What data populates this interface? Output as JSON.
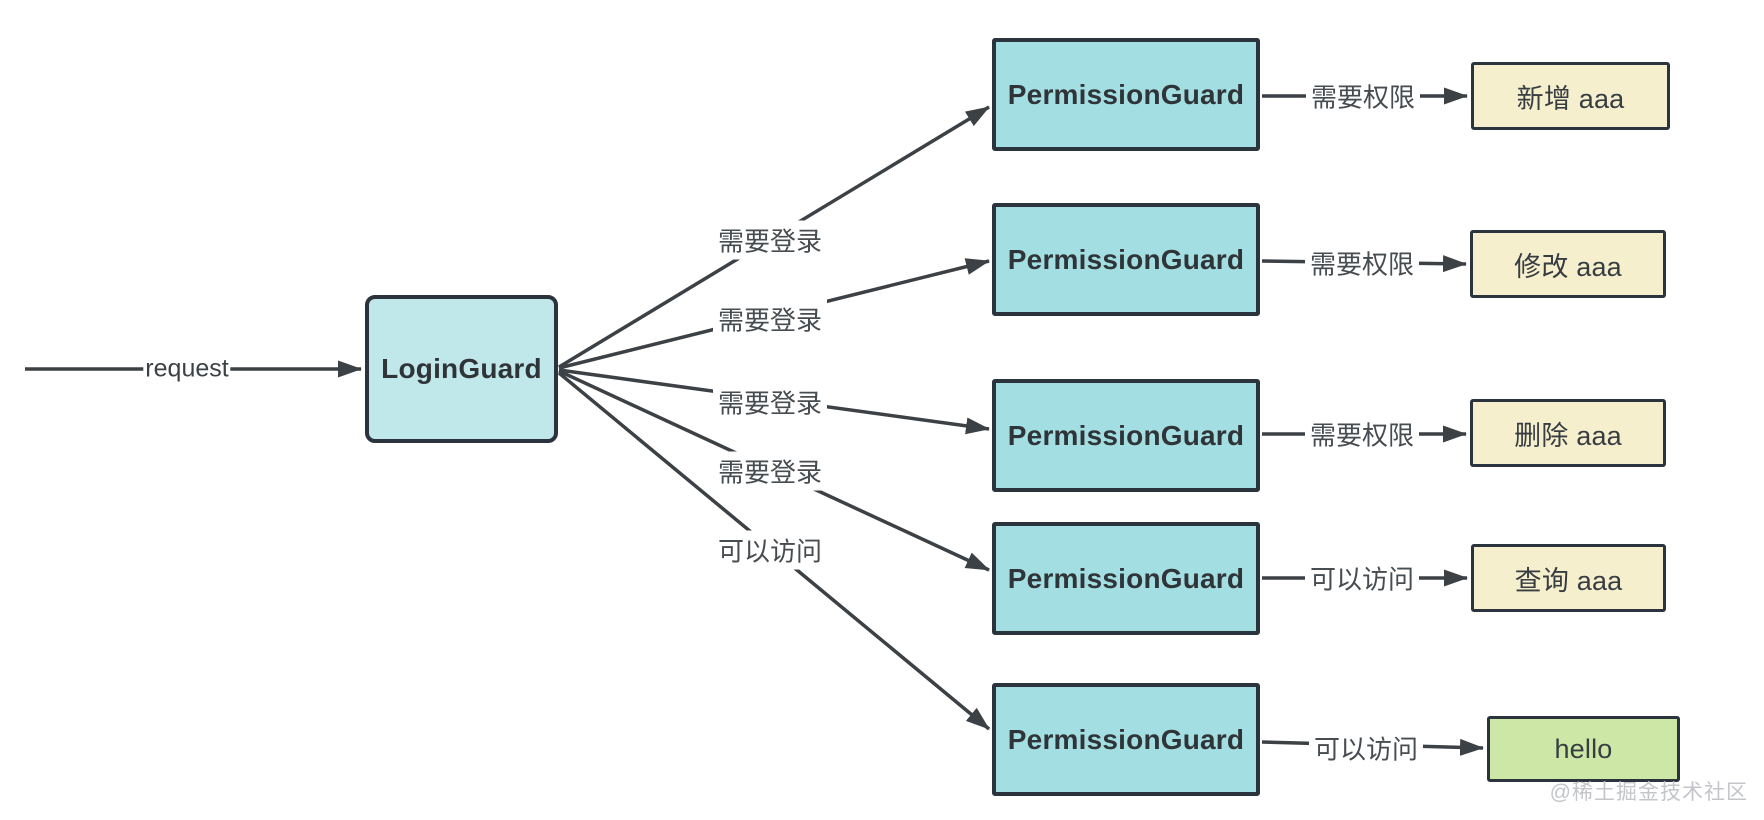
{
  "diagram": {
    "entry_edge": {
      "label": "request"
    },
    "login_guard": {
      "label": "LoginGuard"
    },
    "fan_edges": [
      {
        "label": "需要登录"
      },
      {
        "label": "需要登录"
      },
      {
        "label": "需要登录"
      },
      {
        "label": "需要登录"
      },
      {
        "label": "可以访问"
      }
    ],
    "permission_guards": [
      {
        "label": "PermissionGuard"
      },
      {
        "label": "PermissionGuard"
      },
      {
        "label": "PermissionGuard"
      },
      {
        "label": "PermissionGuard"
      },
      {
        "label": "PermissionGuard"
      }
    ],
    "out_edges": [
      {
        "label": "需要权限"
      },
      {
        "label": "需要权限"
      },
      {
        "label": "需要权限"
      },
      {
        "label": "可以访问"
      },
      {
        "label": "可以访问"
      }
    ],
    "results": [
      {
        "label": "新增 aaa"
      },
      {
        "label": "修改 aaa"
      },
      {
        "label": "删除 aaa"
      },
      {
        "label": "查询 aaa"
      },
      {
        "label": "hello"
      }
    ],
    "watermark": "@稀土掘金技术社区",
    "colors": {
      "login_fill": "#c0e7ea",
      "permission_fill": "#a3dee2",
      "result_fill": "#f5efce",
      "hello_fill": "#cde8a6",
      "border": "#2b333c",
      "line": "#3c4146"
    }
  }
}
